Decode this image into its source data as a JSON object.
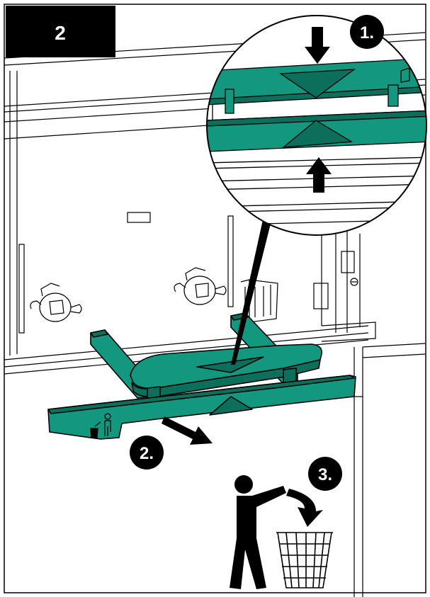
{
  "panel": {
    "step_number": "2",
    "callouts": [
      "1.",
      "2.",
      "3."
    ]
  },
  "colors": {
    "part_green": "#13987f",
    "part_dark": "#0b6f5c",
    "outline": "#000000",
    "badge_bg": "#000000",
    "badge_text": "#ffffff",
    "background": "#ffffff"
  },
  "icons": {
    "press_down": "arrow-down-icon",
    "press_up": "arrow-up-icon",
    "pull_out": "arrow-pull-icon",
    "discard": "curved-arrow-icon",
    "disposal": "person-discarding-trash-icon",
    "bin": "waste-basket-icon",
    "embossed_symbol": "tidy-man-icon"
  }
}
